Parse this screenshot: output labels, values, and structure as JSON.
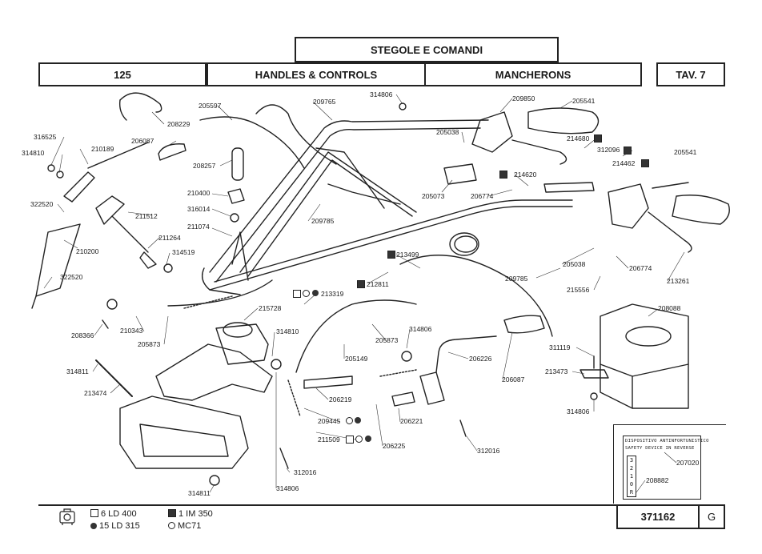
{
  "header": {
    "title_it": "STEGOLE E COMANDI",
    "model": "125",
    "title_en": "HANDLES & CONTROLS",
    "title_fr": "MANCHERONS",
    "table": "TAV. 7"
  },
  "part_labels": [
    "208229",
    "205597",
    "209765",
    "314806",
    "209850",
    "205541",
    "205038",
    "214680",
    "312096",
    "205541",
    "214462",
    "316525",
    "206087",
    "314810",
    "210189",
    "208257",
    "205073",
    "214620",
    "206774",
    "210400",
    "316014",
    "322520",
    "211512",
    "211074",
    "209785",
    "211264",
    "210200",
    "314519",
    "213499",
    "205038",
    "322520",
    "212811",
    "206774",
    "209785",
    "215556",
    "213261",
    "213319",
    "215728",
    "208088",
    "314810",
    "210343",
    "314806",
    "208366",
    "205873",
    "205873",
    "311119",
    "206226",
    "205149",
    "213473",
    "314811",
    "206087",
    "213474",
    "206219",
    "206221",
    "314806",
    "209445",
    "211509",
    "206225",
    "312016",
    "312016",
    "207020",
    "208882",
    "314811",
    "314806"
  ],
  "safety_plate": {
    "line1": "DISPOSITIVO ANTINFORTUNISTICO",
    "line2": "SAFETY DEVICE IN REVERSE",
    "gear_marks": [
      "3",
      "2",
      "1",
      "0",
      "R"
    ]
  },
  "footer": {
    "legend": [
      {
        "symbol": "white-square",
        "text": "6 LD 400"
      },
      {
        "symbol": "black-square",
        "text": "1 IM 350"
      },
      {
        "symbol": "black-circle",
        "text": "15 LD 315"
      },
      {
        "symbol": "white-circle",
        "text": "MC71"
      }
    ],
    "doc_number": "371162",
    "revision": "G"
  },
  "icons": [
    "engine-icon"
  ]
}
